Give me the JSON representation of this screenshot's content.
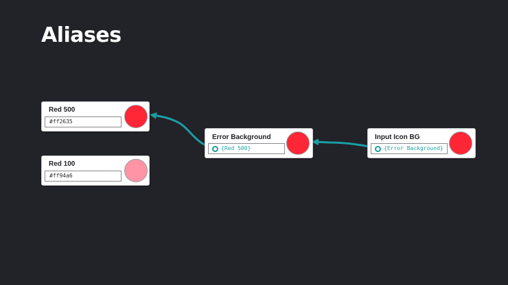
{
  "title": "Aliases",
  "colors": {
    "background": "#222229",
    "link": "#1a9ea3",
    "red500": "#ff2635",
    "red100": "#ff94a6"
  },
  "nodes": {
    "red500": {
      "name": "Red 500",
      "value": "#ff2635",
      "swatch": "#ff2635"
    },
    "red100": {
      "name": "Red 100",
      "value": "#ff94a6",
      "swatch": "#ff94a6"
    },
    "error_bg": {
      "name": "Error Background",
      "value": "{Red 500}",
      "swatch": "#ff2635"
    },
    "input_icon_bg": {
      "name": "Input Icon BG",
      "value": "{Error Background}",
      "swatch": "#ff2635"
    }
  }
}
